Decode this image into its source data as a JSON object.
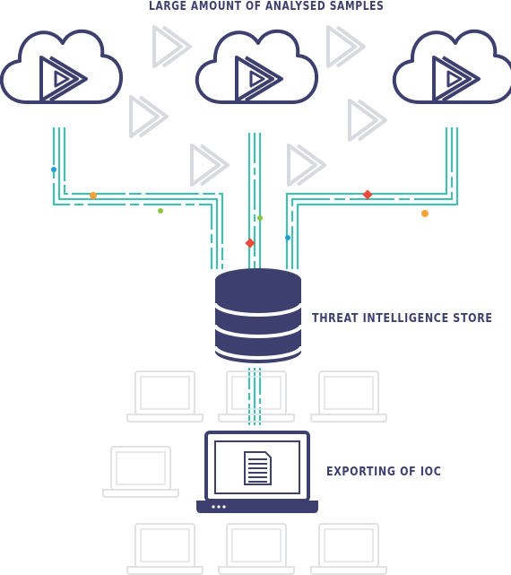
{
  "labels": {
    "title": "LARGE AMOUNT OF ANALYSED SAMPLES",
    "store": "THREAT INTELLIGENCE STORE",
    "export": "EXPORTING OF IOC"
  },
  "colors": {
    "navy": "#3d3f6e",
    "teal": "#33c6b3",
    "ghost": "#d9dadf",
    "orange": "#f5a13a",
    "green": "#8cc63f",
    "red": "#e84c3d",
    "blue": "#1e9fd0"
  },
  "icons": [
    "cloud-icon",
    "play-logo-icon",
    "database-icon",
    "laptop-icon",
    "document-icon"
  ]
}
